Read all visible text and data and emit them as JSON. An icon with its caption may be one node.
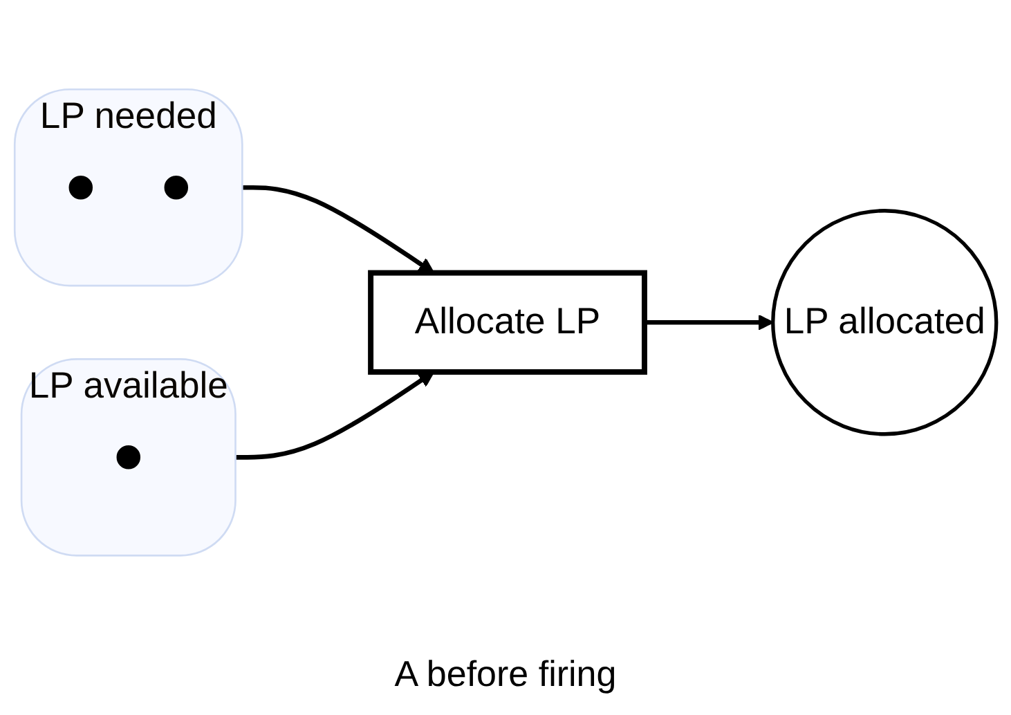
{
  "diagram": {
    "caption": "A before firing",
    "nodes": [
      {
        "text": [
          "LP needed"
        ]
      },
      {
        "text": [],
        "shape": "circle",
        "in": 0
      },
      {
        "text": [],
        "shape": "circle",
        "in": 0
      },
      {
        "text": [
          "LP allocated"
        ]
      },
      {
        "text": [
          "LP available"
        ]
      },
      {
        "text": [],
        "shape": "circle",
        "in": 4
      },
      {
        "text": [
          "Allocate LP"
        ]
      }
    ],
    "edges": [
      {
        "from": 0,
        "to": 6,
        "arrow": "to"
      },
      {
        "from": 4,
        "to": 6,
        "arrow": "to"
      },
      {
        "from": 6,
        "to": 3,
        "arrow": "to"
      }
    ]
  }
}
